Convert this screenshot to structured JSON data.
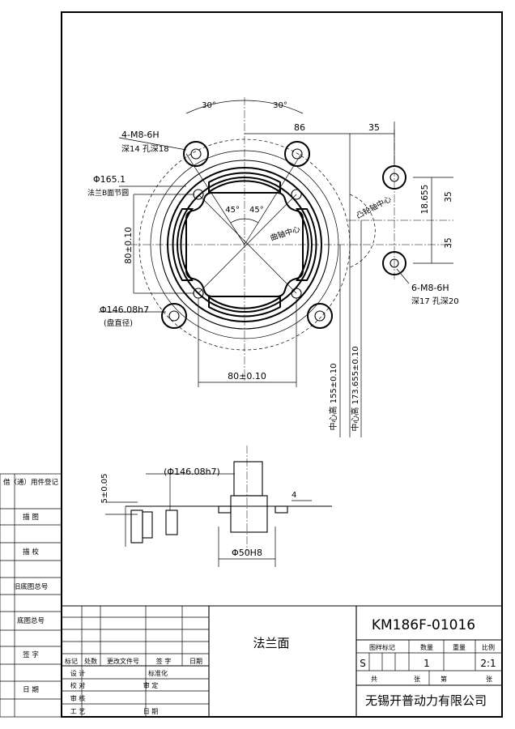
{
  "drawing": {
    "number": "KM186F-01016",
    "part_name": "法兰面",
    "company": "无锡开普动力有限公司",
    "scale": "2:1",
    "stage_mark": "S",
    "quantity": "1"
  },
  "left_strip": [
    "借（通）用件登记",
    "描 图",
    "描 校",
    "旧底图总号",
    "底图总号",
    "签 字",
    "日 期"
  ],
  "revision_headers": [
    "标记",
    "处数",
    "更改文件号",
    "签 字",
    "日期"
  ],
  "approval_labels": {
    "design": "设 计",
    "check": "校 对",
    "review": "审 核",
    "process": "工 艺",
    "standardize": "标准化",
    "approve": "审 定",
    "date": "日 期"
  },
  "title_block_headers": {
    "stage": "图样标记",
    "quantity": "数量",
    "weight": "重量",
    "scale": "比例",
    "total": "共",
    "sheet": "张",
    "page": "第",
    "page_unit": "张"
  },
  "dimensions": {
    "angle_30_left": "30°",
    "angle_30_right": "30°",
    "d86": "86",
    "d35_top": "35",
    "holes_4": "4-M8-6H",
    "holes_4_depth": "深14 孔深18",
    "d165": "Φ165.1",
    "d165_note": "法兰B面节圆",
    "angle_45_left": "45°",
    "angle_45_right": "45°",
    "v80": "80±0.10",
    "crank_center": "曲轴中心",
    "cam_center": "凸轮轴中心",
    "d18655": "18.655",
    "d35_a": "35",
    "d35_b": "35",
    "holes_6": "6-M8-6H",
    "holes_6_depth": "深17 孔深20",
    "d14608": "Φ146.08h7",
    "d14608_note": "(盘直径)",
    "h80": "80±0.10",
    "ch155": "中心高 155±0.10",
    "ch173": "中心高 173.655±0.10",
    "d14608_sec": "(Φ146.08h7)",
    "d5": "5±0.05",
    "d4": "4",
    "d50": "Φ50H8"
  }
}
